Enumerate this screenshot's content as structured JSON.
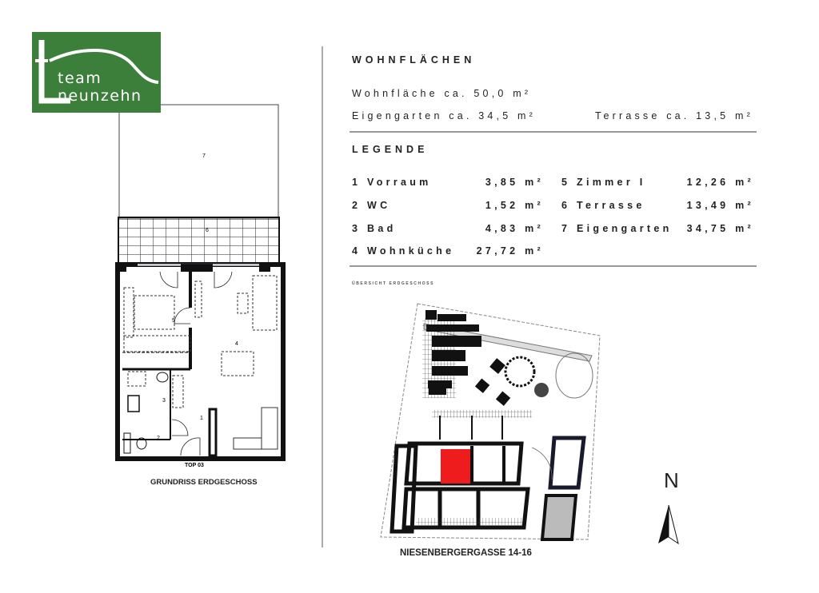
{
  "logo": {
    "line1": "team",
    "line2": "neunzehn",
    "color": "#3b7f3b"
  },
  "floorplan": {
    "title": "GRUNDRISS ERDGESCHOSS",
    "unit_label": "TOP 03",
    "room_numbers": [
      "1",
      "2",
      "3",
      "4",
      "5",
      "6",
      "7"
    ]
  },
  "wohnflaechen": {
    "heading": "WOHNFLÄCHEN",
    "wohnflaeche": "Wohnfläche ca. 50,0 m²",
    "eigengarten": "Eigengarten ca. 34,5 m²",
    "terrasse": "Terrasse ca. 13,5 m²"
  },
  "legende": {
    "heading": "LEGENDE",
    "items": [
      {
        "label": "1 Vorraum",
        "value": "3,85 m²"
      },
      {
        "label": "2 WC",
        "value": "1,52 m²"
      },
      {
        "label": "3 Bad",
        "value": "4,83 m²"
      },
      {
        "label": "4 Wohnküche",
        "value": "27,72 m²"
      },
      {
        "label": "5 Zimmer I",
        "value": "12,26 m²"
      },
      {
        "label": "6 Terrasse",
        "value": "13,49 m²"
      },
      {
        "label": "7 Eigengarten",
        "value": "34,75 m²"
      }
    ]
  },
  "siteplan": {
    "title": "ÜBERSICHT ERDGESCHOSS",
    "address": "NIESENBERGERGASSE 14-16",
    "north": "N",
    "highlight_color": "#ee1c1c"
  }
}
